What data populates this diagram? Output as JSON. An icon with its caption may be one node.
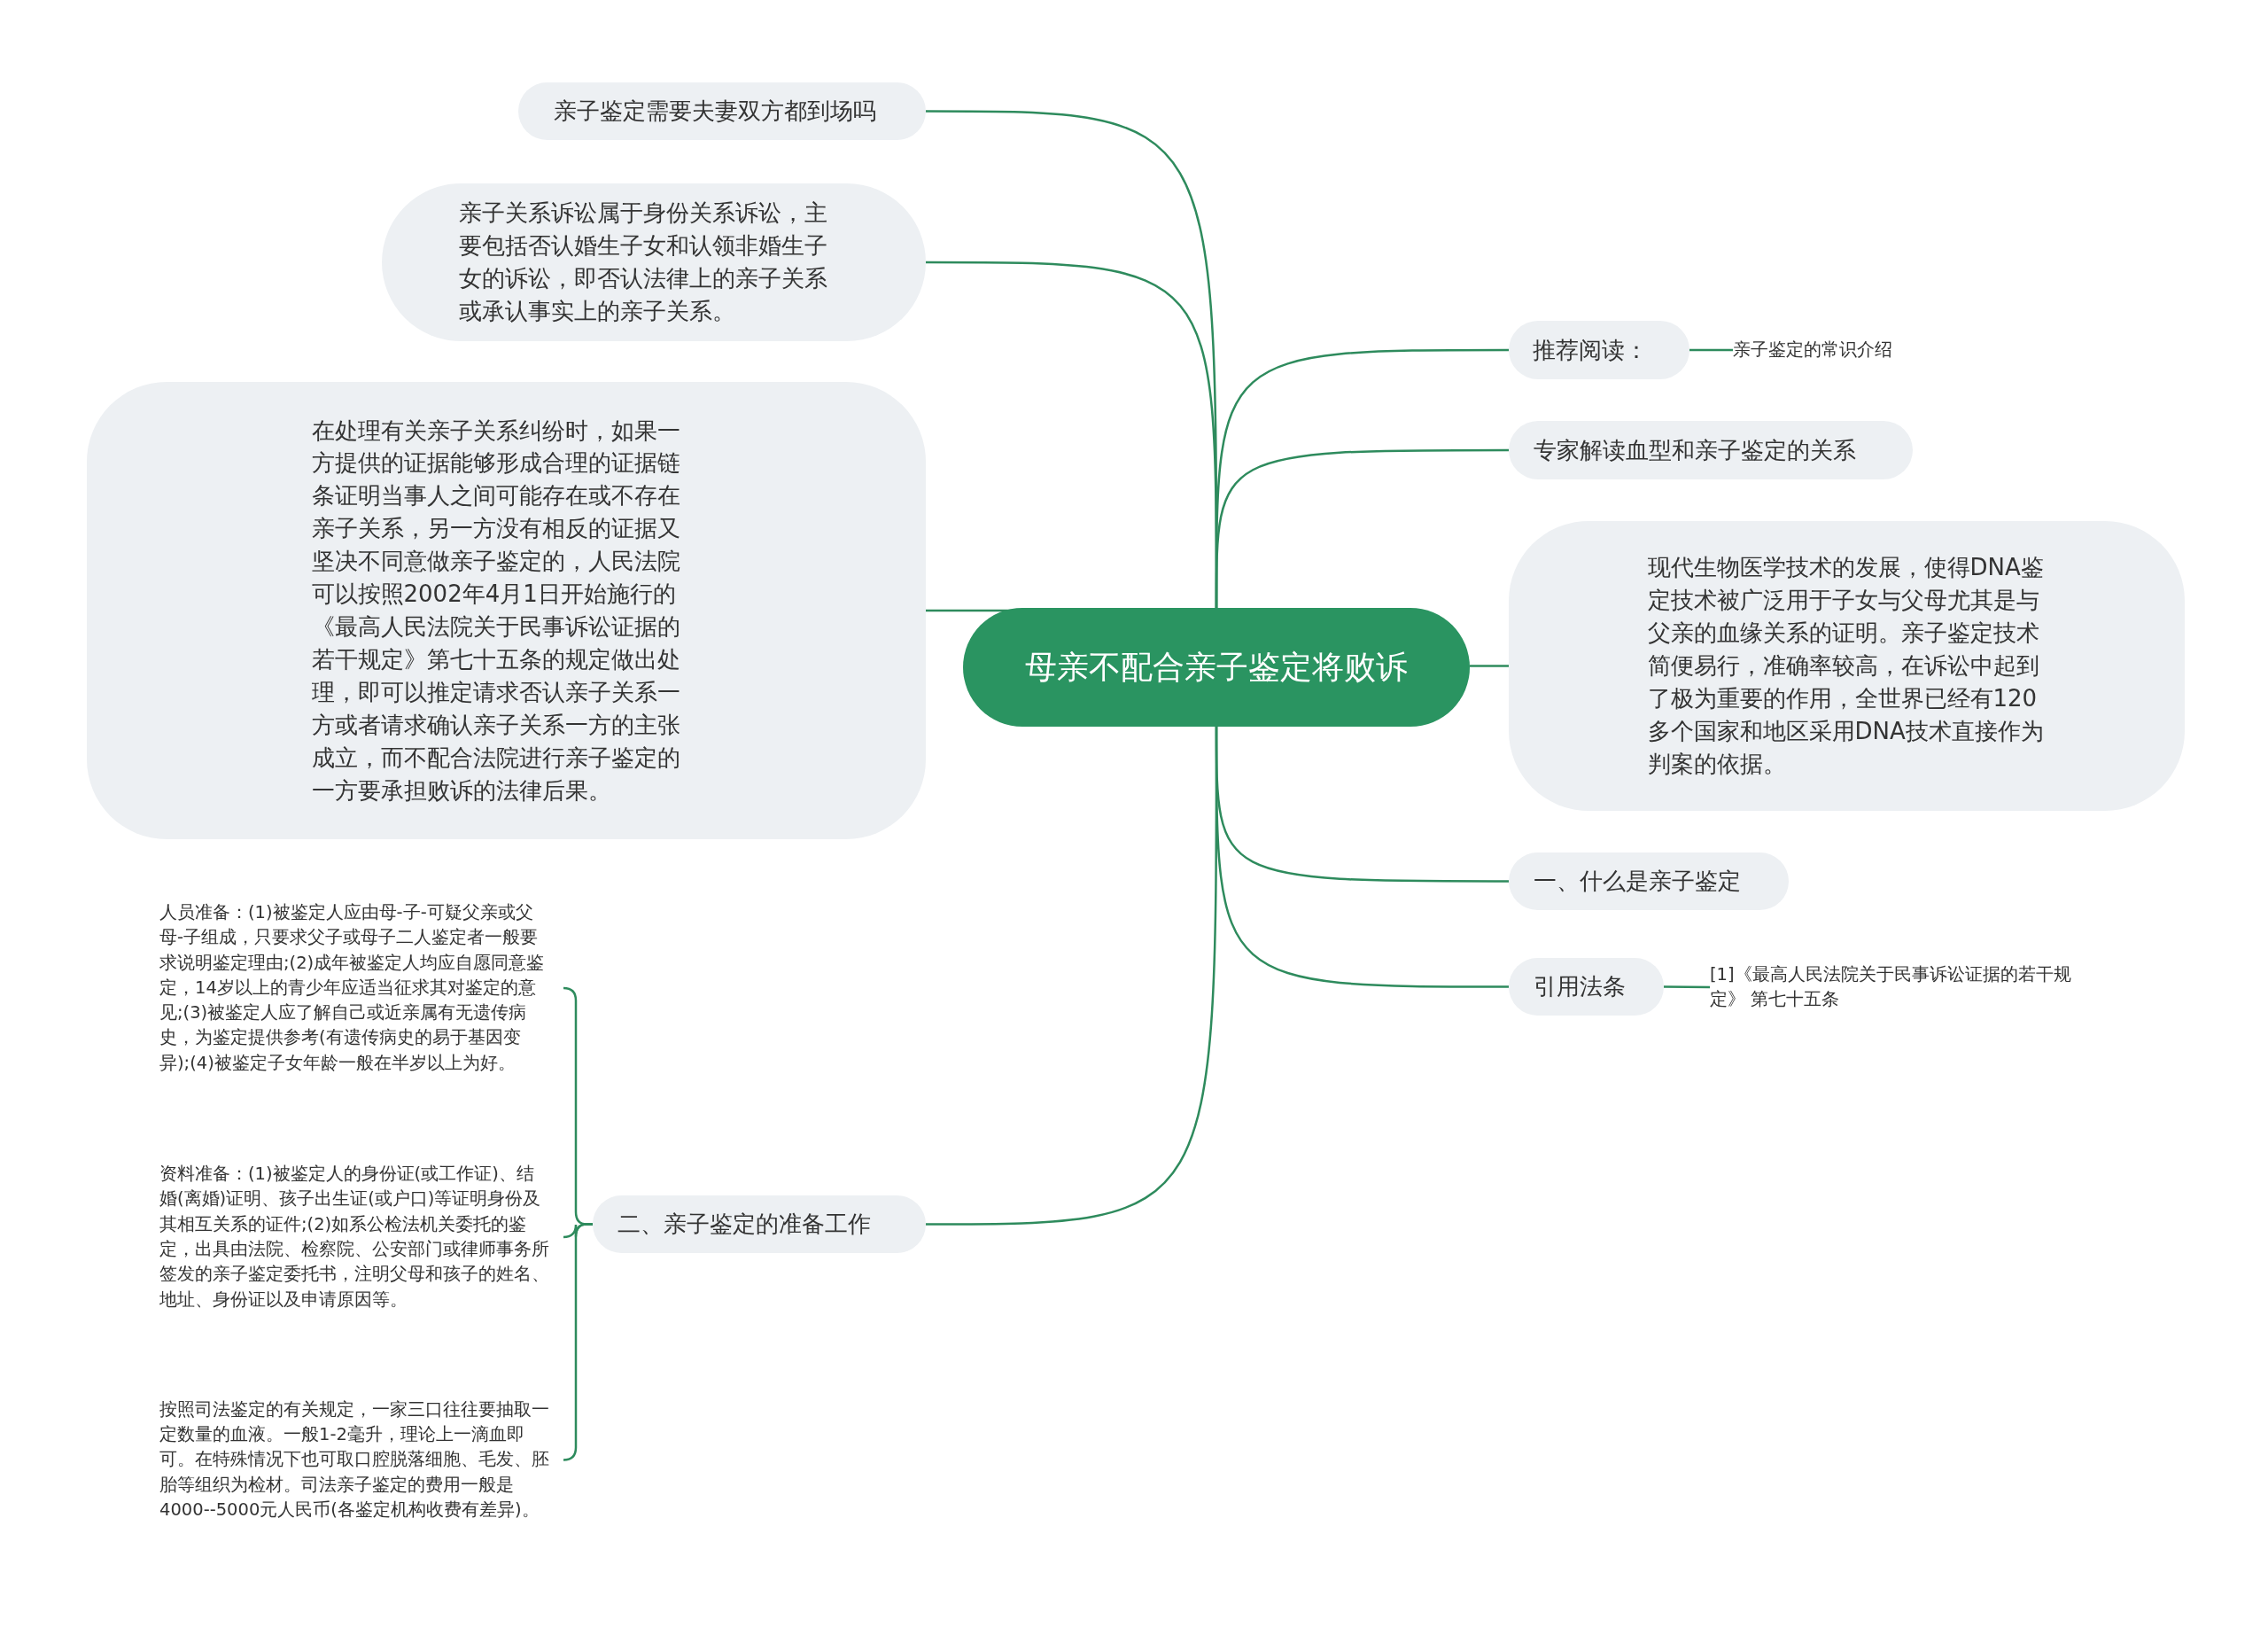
{
  "diagram": {
    "nodes": [
      {
        "text": [
          "母亲不配合亲子鉴定将败诉"
        ]
      },
      {
        "text": [
          "亲子鉴定需要夫妻双方都到场吗"
        ]
      },
      {
        "text": [
          "亲子关系诉讼属于身份关系诉讼，主要包括否认婚生子女和认领非婚生子女的诉讼，即否认法律上的亲子关系或承认事实上的亲子关系。"
        ]
      },
      {
        "text": [
          "在处理有关亲子关系纠纷时，如果一方提供的证据能够形成合理的证据链条证明当事人之间可能存在或不存在亲子关系，另一方没有相反的证据又坚决不同意做亲子鉴定的，人民法院可以按照2002年4月1日开始施行的《最高人民法院关于民事诉讼证据的若干规定》第七十五条的规定做出处理，即可以推定请求否认亲子关系一方或者请求确认亲子关系一方的主张成立，而不配合法院进行亲子鉴定的一方要承担败诉的法律后果。"
        ]
      },
      {
        "text": [
          "二、亲子鉴定的准备工作"
        ]
      },
      {
        "text": [
          "人员准备：(1)被鉴定人应由母-子-可疑父亲或父母-子组成，只要求父子或母子二人鉴定者一般要求说明鉴定理由;(2)成年被鉴定人均应自愿同意鉴定，14岁以上的青少年应适当征求其对鉴定的意见;(3)被鉴定人应了解自己或近亲属有无遗传病史，为鉴定提供参考(有遗传病史的易于基因变异);(4)被鉴定子女年龄一般在半岁以上为好。"
        ]
      },
      {
        "text": [
          "资料准备：(1)被鉴定人的身份证(或工作证)、结婚(离婚)证明、孩子出生证(或户口)等证明身份及其相互关系的证件;(2)如系公检法机关委托的鉴定，出具由法院、检察院、公安部门或律师事务所签发的亲子鉴定委托书，注明父母和孩子的姓名、地址、身份证以及申请原因等。"
        ]
      },
      {
        "text": [
          "按照司法鉴定的有关规定，一家三口往往要抽取一定数量的血液。一般1-2毫升，理论上一滴血即可。在特殊情况下也可取口腔脱落细胞、毛发、胚胎等组织为检材。司法亲子鉴定的费用一般是4000--5000元人民币(各鉴定机构收费有差异)。"
        ]
      },
      {
        "text": [
          "推荐阅读："
        ]
      },
      {
        "text": [
          "亲子鉴定的常识介绍"
        ]
      },
      {
        "text": [
          "专家解读血型和亲子鉴定的关系"
        ]
      },
      {
        "text": [
          "现代生物医学技术的发展，使得DNA鉴定技术被广泛用于子女与父母尤其是与父亲的血缘关系的证明。亲子鉴定技术简便易行，准确率较高，在诉讼中起到了极为重要的作用，全世界已经有120多个国家和地区采用DNA技术直接作为判案的依据。"
        ]
      },
      {
        "text": [
          "一、什么是亲子鉴定"
        ]
      },
      {
        "text": [
          "引用法条"
        ]
      },
      {
        "text": [
          "[1]《最高人民法院关于民事诉讼证据的若干规定》 第七十五条"
        ]
      }
    ],
    "edges": [
      {
        "from": 0,
        "to": 1,
        "arrow": "none"
      },
      {
        "from": 0,
        "to": 2,
        "arrow": "none"
      },
      {
        "from": 0,
        "to": 3,
        "arrow": "none"
      },
      {
        "from": 0,
        "to": 4,
        "arrow": "none"
      },
      {
        "from": 4,
        "to": 5,
        "arrow": "none"
      },
      {
        "from": 4,
        "to": 6,
        "arrow": "none"
      },
      {
        "from": 4,
        "to": 7,
        "arrow": "none"
      },
      {
        "from": 0,
        "to": 8,
        "arrow": "none"
      },
      {
        "from": 8,
        "to": 9,
        "arrow": "none"
      },
      {
        "from": 0,
        "to": 10,
        "arrow": "none"
      },
      {
        "from": 0,
        "to": 11,
        "arrow": "none"
      },
      {
        "from": 0,
        "to": 12,
        "arrow": "none"
      },
      {
        "from": 0,
        "to": 13,
        "arrow": "none"
      },
      {
        "from": 13,
        "to": 14,
        "arrow": "none"
      }
    ]
  }
}
